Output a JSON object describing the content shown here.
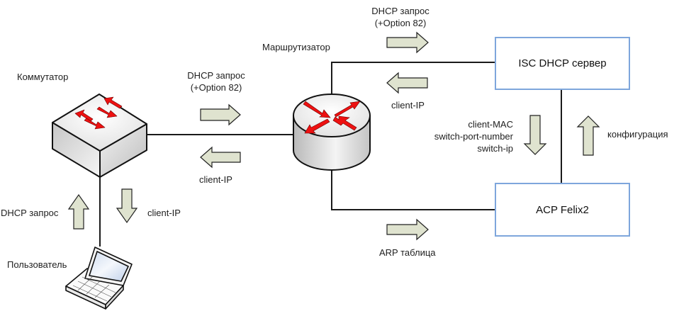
{
  "nodes": {
    "switch": {
      "label": "Коммутатор"
    },
    "user": {
      "label": "Пользователь"
    },
    "router": {
      "label": "Маршрутизатор"
    },
    "dhcp_server": {
      "label": "ISC DHCP сервер"
    },
    "acp": {
      "label": "ACP Felix2"
    }
  },
  "flows": {
    "user_to_switch": {
      "label": "DHCP запрос",
      "direction": "up"
    },
    "switch_to_user": {
      "label": "client-IP",
      "direction": "down"
    },
    "switch_to_router": {
      "line1": "DHCP запрос",
      "line2": "(+Option 82)",
      "direction": "right"
    },
    "router_to_switch": {
      "label": "client-IP",
      "direction": "left"
    },
    "router_to_server": {
      "line1": "DHCP запрос",
      "line2": "(+Option 82)",
      "direction": "right"
    },
    "server_to_router": {
      "label": "client-IP",
      "direction": "left"
    },
    "server_to_acp": {
      "line1": "client-MAC",
      "line2": "switch-port-number",
      "line3": "switch-ip",
      "direction": "down"
    },
    "acp_to_server": {
      "label": "конфигурация",
      "direction": "up"
    },
    "router_to_acp": {
      "label": "ARP таблица",
      "direction": "right"
    }
  },
  "colors": {
    "flow_arrow_fill": "#dfe3cf",
    "device_arrow": "#ee1111",
    "box_border": "#7ea6dc",
    "link_line": "#1a1a1a"
  }
}
